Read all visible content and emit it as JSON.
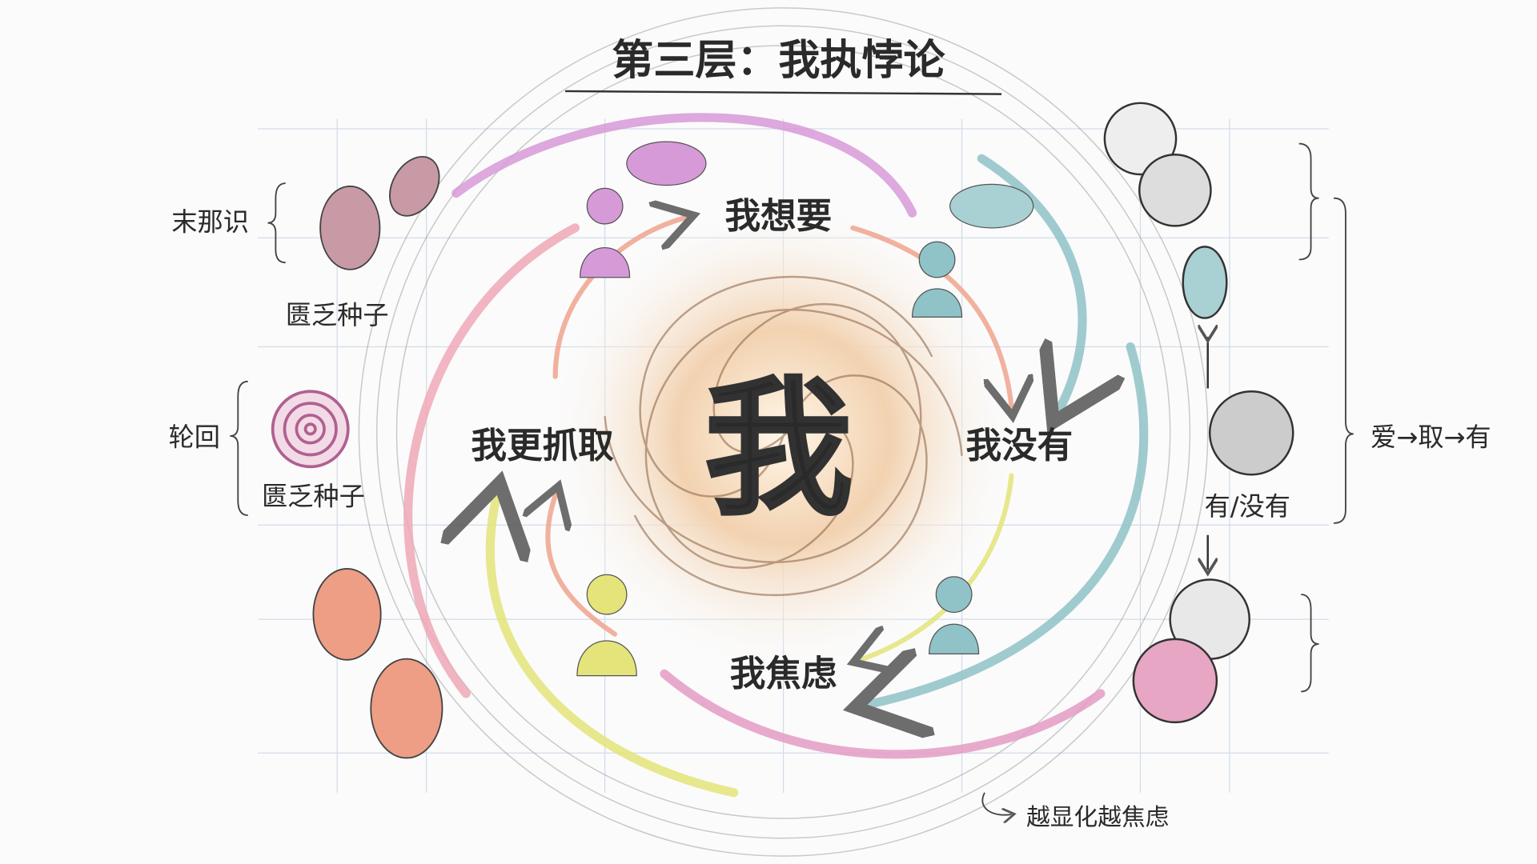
{
  "title": "第三层：我执悖论",
  "center": "我",
  "nodes": {
    "want": "我想要",
    "lack": "我没有",
    "anxious": "我焦虑",
    "grasp": "我更抓取"
  },
  "left": {
    "manas": "末那识",
    "seed1": "匮乏种子",
    "samsara": "轮回",
    "seed2": "匮乏种子"
  },
  "right": {
    "chain": "爱→取→有",
    "have_not": "有/没有"
  },
  "bottom_note": "越显化越焦虑",
  "colors": {
    "want_arrow": "#d79ad8",
    "lack_arrow": "#8fc3c8",
    "anxious_arrow": "#e4e47a",
    "grasp_arrow": "#f0a58e",
    "vortex": "#c98a5a",
    "grid": "#b8c8de"
  }
}
